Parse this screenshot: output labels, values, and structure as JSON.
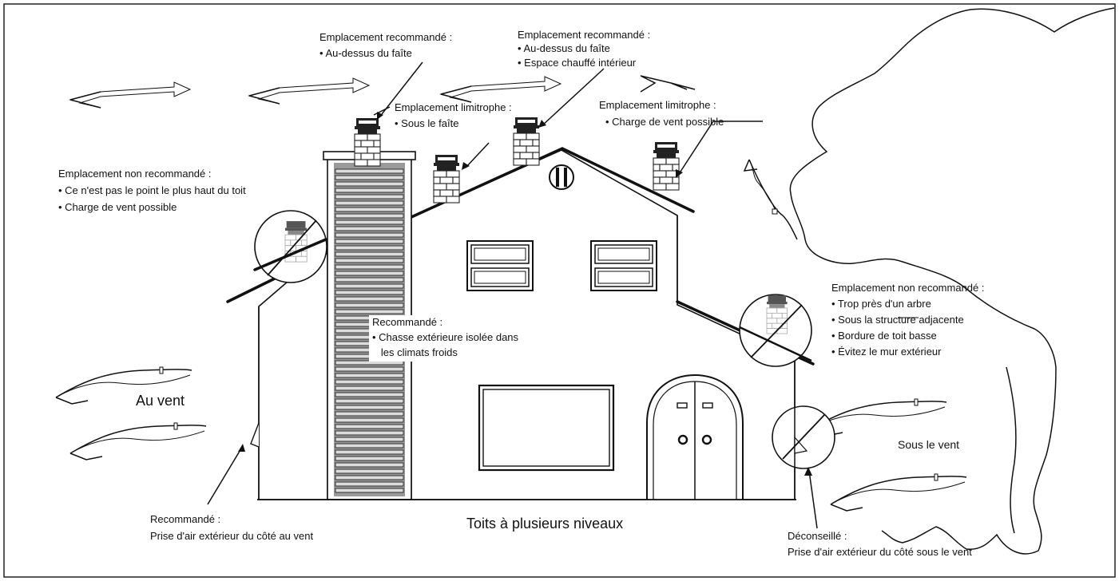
{
  "labels": {
    "top_left": {
      "title": "Emplacement recommandé :",
      "items": [
        "• Au-dessus du faîte"
      ]
    },
    "top_center": {
      "title": "Emplacement recommandé :",
      "items": [
        "• Au-dessus du faîte",
        "• Espace chauffé intérieur"
      ]
    },
    "limit_left": {
      "title": "Emplacement limitrophe :",
      "items": [
        "• Sous le faîte"
      ]
    },
    "limit_right": {
      "title": "Emplacement limitrophe :",
      "items": [
        "• Charge de vent possible"
      ]
    },
    "not_rec_left": {
      "title": "Emplacement non recommandé :",
      "items": [
        "• Ce n'est pas le point le plus haut du toit",
        "• Charge de vent possible"
      ]
    },
    "not_rec_right": {
      "title": "Emplacement non recommandé :",
      "items": [
        "• Trop près d'un arbre",
        "• Sous la structure adjacente",
        "• Bordure de toit basse",
        "• Évitez le mur extérieur"
      ]
    },
    "chase": {
      "title": "Recommandé :",
      "items": [
        "• Chasse extérieure isolée dans",
        "   les climats froids"
      ]
    },
    "intake_rec": {
      "title": "Recommandé :",
      "items": [
        "Prise d'air extérieur du côté au vent"
      ]
    },
    "intake_not": {
      "title": "Déconseillé :",
      "items": [
        "Prise d'air extérieur du côté sous le vent"
      ]
    },
    "windward": "Au vent",
    "leeward": "Sous le vent",
    "caption": "Toits à plusieurs niveaux"
  },
  "icons": {
    "prohibited": "prohibited-circle-icon",
    "wind": "wind-arrow-icon",
    "chimney": "chimney-cap-icon"
  }
}
